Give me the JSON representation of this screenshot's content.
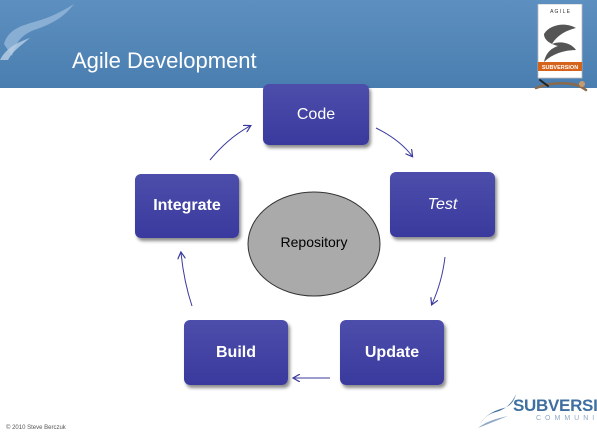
{
  "header": {
    "title": "Agile Development",
    "background": "#4a7eb0",
    "logo_icon": "swoosh-s-icon",
    "badge": {
      "top_text": "A G I L E",
      "bottom_text": "SUBVERSION",
      "icon": "headstand-person-icon"
    }
  },
  "diagram": {
    "box_color": "#3a3a9e",
    "arrow_color": "#3a3a9e",
    "steps": {
      "code": "Code",
      "test": "Test",
      "update": "Update",
      "build": "Build",
      "integrate": "Integrate"
    },
    "center": {
      "label": "Repository",
      "fill": "#aaaaaa"
    }
  },
  "footer": {
    "brand": "SUBVERSION",
    "brand_sub": "COMMUNITY",
    "brand_icon": "swoosh-s-icon",
    "copyright": "© 2010 Steve Berczuk"
  }
}
